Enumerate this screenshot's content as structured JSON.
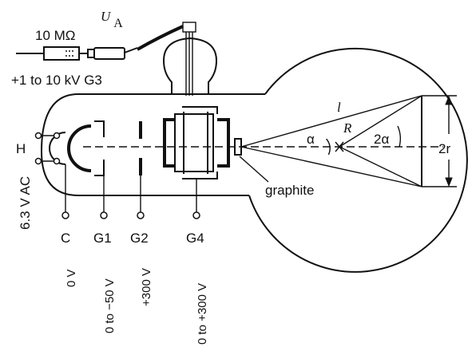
{
  "labels": {
    "resistor": "10 MΩ",
    "anode_voltage_symbol": "U",
    "anode_voltage_subscript": "A",
    "supply_range": "+1 to 10 kV G3",
    "heater": "H",
    "heater_voltage": "6.3 V AC",
    "graphite": "graphite",
    "alpha_left": "α",
    "radius": "R",
    "two_alpha": "2α",
    "length": "l",
    "two_r": "2r"
  },
  "electrodes": [
    {
      "name": "C",
      "voltage": "0 V"
    },
    {
      "name": "G1",
      "voltage": "0 to −50 V"
    },
    {
      "name": "G2",
      "voltage": "+300 V"
    },
    {
      "name": "G4",
      "voltage": "0 to +300 V"
    }
  ],
  "icons": {
    "arrow_up": "arrow-up-icon",
    "arrow_down": "arrow-down-icon"
  }
}
